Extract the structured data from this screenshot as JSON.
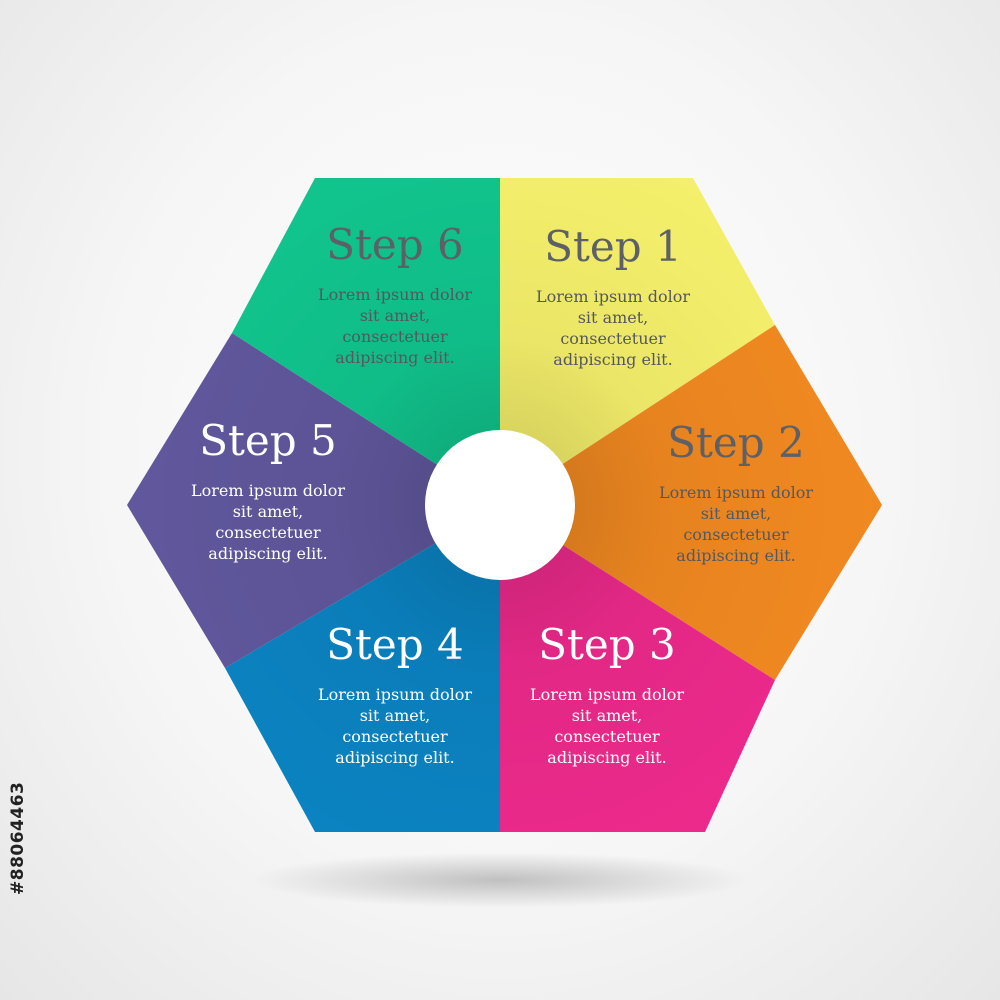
{
  "diagram": {
    "steps": [
      {
        "title": "Step 1",
        "description": "Lorem ipsum dolor sit amet, consectetuer adipiscing elit.",
        "color": "#f7f26c",
        "text_tone": "dark"
      },
      {
        "title": "Step 2",
        "description": "Lorem ipsum dolor sit amet, consectetuer adipiscing elit.",
        "color": "#f38a21",
        "text_tone": "dark"
      },
      {
        "title": "Step 3",
        "description": "Lorem ipsum dolor sit amet, consectetuer adipiscing elit.",
        "color": "#ee2a8c",
        "text_tone": "light"
      },
      {
        "title": "Step 4",
        "description": "Lorem ipsum dolor sit amet, consectetuer adipiscing elit.",
        "color": "#0b84c3",
        "text_tone": "light"
      },
      {
        "title": "Step 5",
        "description": "Lorem ipsum dolor sit amet, consectetuer adipiscing elit.",
        "color": "#61589e",
        "text_tone": "light"
      },
      {
        "title": "Step 6",
        "description": "Lorem ipsum dolor sit amet, consectetuer adipiscing elit.",
        "color": "#11c68e",
        "text_tone": "dark"
      }
    ],
    "center_color": "#ffffff"
  },
  "stock_id": "#88064463"
}
